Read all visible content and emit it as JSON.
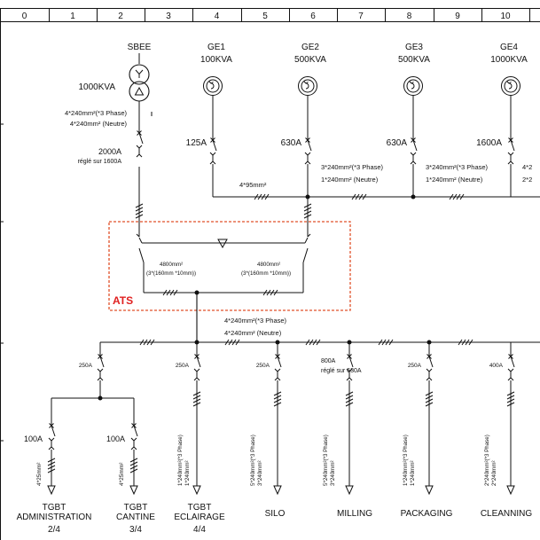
{
  "ruler": [
    "0",
    "1",
    "2",
    "3",
    "4",
    "5",
    "6",
    "7",
    "8",
    "9",
    "10"
  ],
  "sources": [
    {
      "id": "SBEE",
      "name": "SBEE",
      "rating": "1000KVA"
    },
    {
      "id": "GE1",
      "name": "GE1",
      "rating": "100KVA"
    },
    {
      "id": "GE2",
      "name": "GE2",
      "rating": "500KVA"
    },
    {
      "id": "GE3",
      "name": "GE3",
      "rating": "500KVA"
    },
    {
      "id": "GE4",
      "name": "GE4",
      "rating": "1000KVA"
    }
  ],
  "sbee": {
    "cable_phase": "4*240mm²(*3 Phase)",
    "cable_neutral": "4*240mm² (Neutre)",
    "breaker": "2000A",
    "breaker_note": "réglé sur 1600A"
  },
  "gen_breakers": [
    "125A",
    "630A",
    "630A",
    "1600A"
  ],
  "gen_cables": {
    "ge1": "4*95mm²",
    "ge2_phase": "3*240mm²(*3 Phase)",
    "ge2_neutral": "1*240mm² (Neutre)",
    "ge3_phase": "3*240mm²(*3 Phase)",
    "ge3_neutral": "1*240mm² (Neutre)",
    "ge4_phase": "4*2",
    "ge4_neutral": "2*2"
  },
  "ats": {
    "label": "ATS",
    "bar_left": "4800mm²",
    "bar_left_sub": "(3*(160mm *10mm))",
    "bar_right": "4800mm²",
    "bar_right_sub": "(3*(160mm *10mm))"
  },
  "main_cable": {
    "phase": "4*240mm²(*3 Phase)",
    "neutral": "4*240mm² (Neutre)"
  },
  "feeders": [
    {
      "breaker": "250A"
    },
    {
      "breaker": "250A",
      "cable_a": "1*240mm²(*3 Phase)",
      "cable_b": "1*240mm²"
    },
    {
      "breaker": "250A",
      "cable_a": "5*240mm²(*3 Phase)",
      "cable_b": "3*240mm²"
    },
    {
      "breaker": "800A",
      "note": "réglé sur 630A",
      "cable_a": "5*240mm²(*3 Phase)",
      "cable_b": "3*240mm²"
    },
    {
      "breaker": "250A",
      "cable_a": "1*240mm²(*3 Phase)",
      "cable_b": "1*240mm²"
    },
    {
      "breaker": "400A",
      "cable_a": "2*240mm²(*3 Phase)",
      "cable_b": "2*240mm²"
    }
  ],
  "sub_feeders": [
    {
      "breaker": "100A",
      "cable": "4*25mm²"
    },
    {
      "breaker": "100A",
      "cable": "4*25mm²"
    }
  ],
  "loads": [
    {
      "name": "TGBT",
      "name2": "ADMINISTRATION",
      "page": "2/4"
    },
    {
      "name": "TGBT",
      "name2": "CANTINE",
      "page": "3/4"
    },
    {
      "name": "TGBT",
      "name2": "ECLAIRAGE",
      "page": "4/4"
    },
    {
      "name": "SILO",
      "name2": "",
      "page": ""
    },
    {
      "name": "MILLING",
      "name2": "",
      "page": ""
    },
    {
      "name": "PACKAGING",
      "name2": "",
      "page": ""
    },
    {
      "name": "CLEANNING",
      "name2": "",
      "page": ""
    }
  ],
  "colors": {
    "line": "#111111",
    "ats_frame": "#e0502a",
    "ats_label": "#e02020"
  }
}
